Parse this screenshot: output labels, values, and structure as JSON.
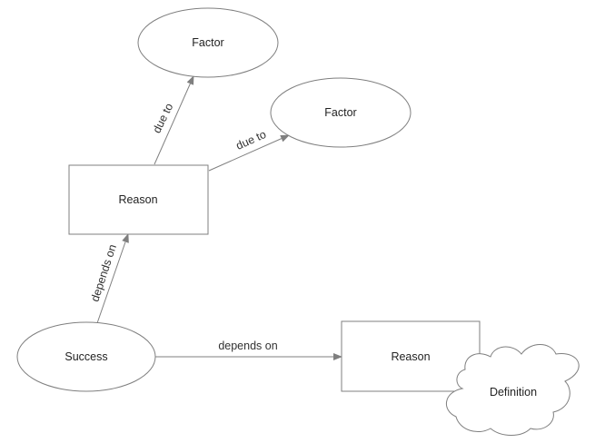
{
  "diagram": {
    "nodes": {
      "factor_top": {
        "label": "Factor"
      },
      "factor_right": {
        "label": "Factor"
      },
      "reason_main": {
        "label": "Reason"
      },
      "success": {
        "label": "Success"
      },
      "reason_secondary": {
        "label": "Reason"
      },
      "definition": {
        "label": "Definition"
      }
    },
    "edges": {
      "reason_to_factor_top": {
        "label": "due to"
      },
      "reason_to_factor_right": {
        "label": "due to"
      },
      "success_to_reason_main": {
        "label": "depends on"
      },
      "success_to_reason_secondary": {
        "label": "depends on"
      }
    }
  },
  "colors": {
    "stroke": "#7f7f7f",
    "fill": "#ffffff",
    "text": "#222222"
  }
}
